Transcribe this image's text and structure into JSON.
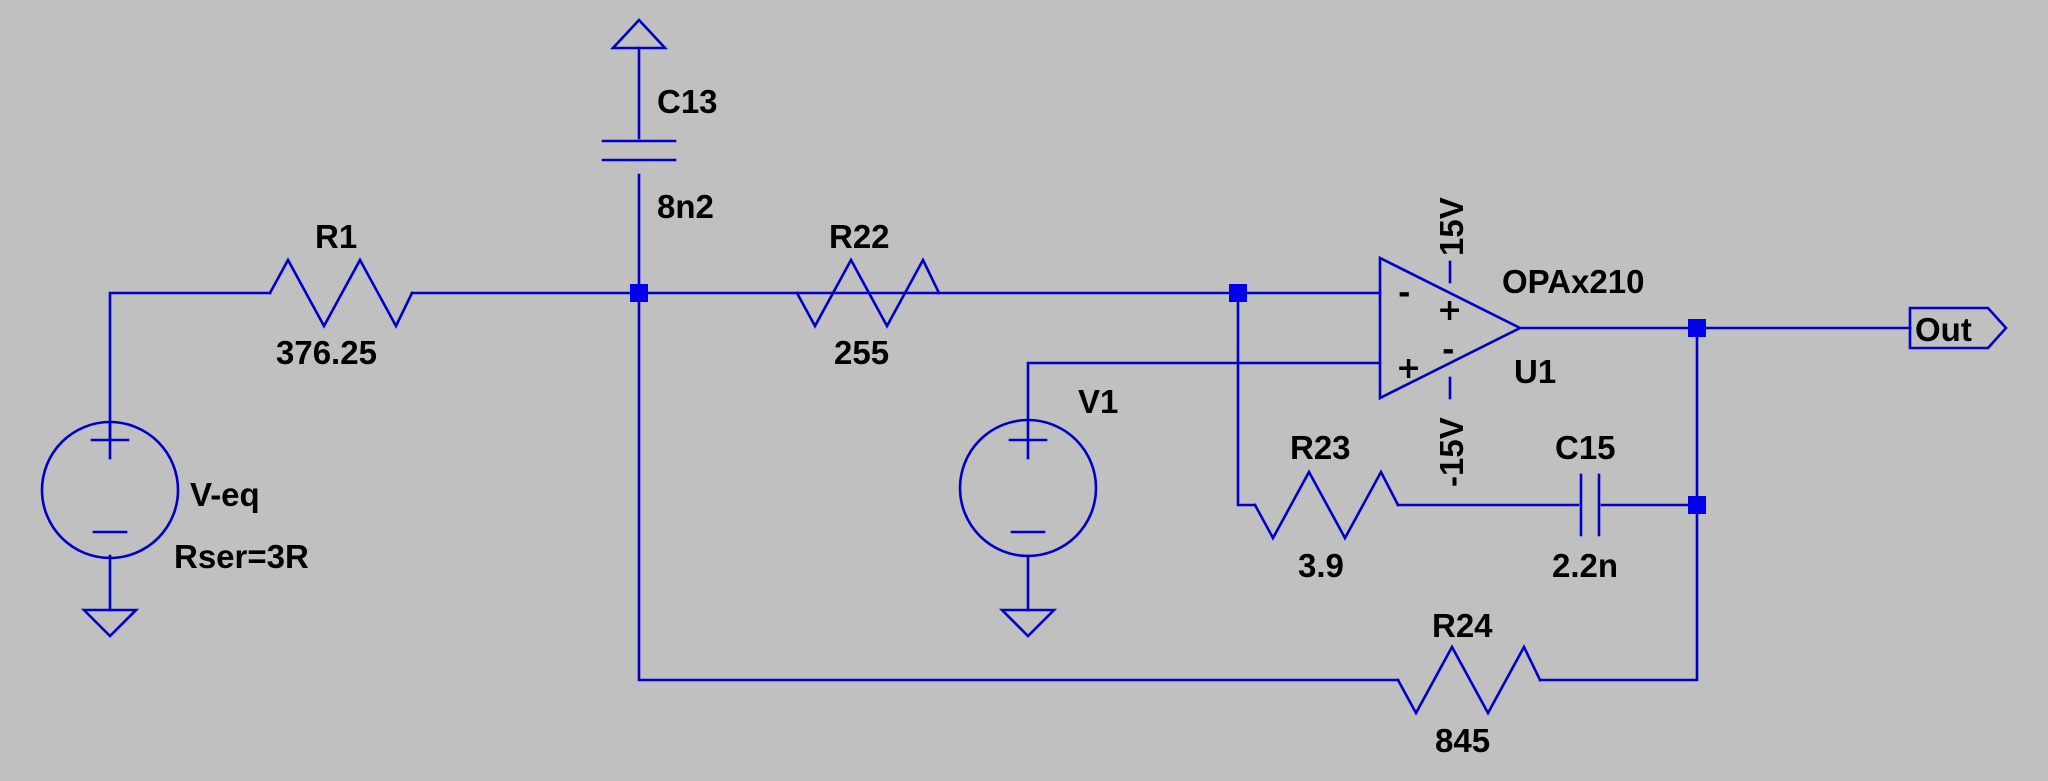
{
  "colors": {
    "background": "#c0c0c0",
    "wire": "#0000cc",
    "junction": "#0000ee",
    "text": "#000000"
  },
  "components": {
    "c13": {
      "name": "C13",
      "value": "8n2"
    },
    "r1": {
      "name": "R1",
      "value": "376.25"
    },
    "r22": {
      "name": "R22",
      "value": "255"
    },
    "r23": {
      "name": "R23",
      "value": "3.9"
    },
    "r24": {
      "name": "R24",
      "value": "845"
    },
    "c15": {
      "name": "C15",
      "value": "2.2n"
    },
    "veq": {
      "name": "V-eq",
      "value": "Rser=3R"
    },
    "v1": {
      "name": "V1"
    },
    "u1": {
      "name": "U1",
      "model": "OPAx210",
      "vpos": "15V",
      "vneg": "-15V",
      "inv_sign": "-",
      "noninv_sign": "+",
      "supply_pos_sign": "+",
      "supply_neg_sign": "-"
    },
    "out": {
      "label": "Out"
    }
  },
  "source_signs": {
    "plus": "+",
    "minus": "−"
  },
  "icons": [
    "ground-icon",
    "resistor-icon",
    "capacitor-icon",
    "voltage-source-icon",
    "opamp-icon",
    "output-port-icon"
  ]
}
